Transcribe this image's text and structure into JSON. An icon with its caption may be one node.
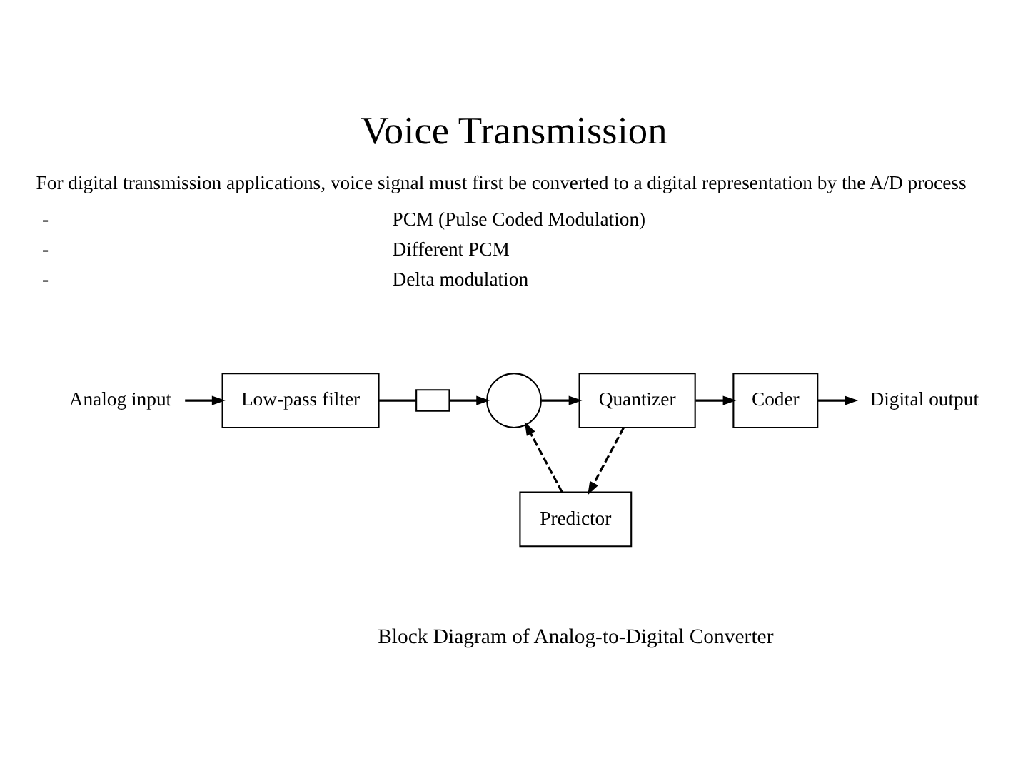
{
  "diagram": {
    "title": "Voice Transmission",
    "caption": "Block Diagram of Analog-to-Digital Converter",
    "nodes": [
      {
        "text": [
          "Analog input"
        ]
      },
      {
        "text": [
          "Low-pass filter"
        ]
      },
      {
        "text": [],
        "shape": "switch"
      },
      {
        "text": [],
        "shape": "circle"
      },
      {
        "text": [
          "Quantizer"
        ]
      },
      {
        "text": [
          "Coder"
        ]
      },
      {
        "text": [
          "Digital output"
        ]
      },
      {
        "text": [
          "Predictor"
        ]
      }
    ],
    "edges": [
      {
        "from": 0,
        "to": 1,
        "arrow": "to"
      },
      {
        "from": 1,
        "to": 2,
        "arrow": "none"
      },
      {
        "from": 2,
        "to": 3,
        "arrow": "to"
      },
      {
        "from": 3,
        "to": 4,
        "arrow": "to"
      },
      {
        "from": 4,
        "to": 5,
        "arrow": "to"
      },
      {
        "from": 5,
        "to": 6,
        "arrow": "to"
      },
      {
        "from": 4,
        "to": 7,
        "arrow": "to",
        "style": "dashed"
      },
      {
        "from": 7,
        "to": 3,
        "arrow": "to",
        "style": "dashed"
      }
    ],
    "labels": [
      "For digital transmission applications, voice signal must first be converted to a digital representation by the A/D process",
      "-",
      "PCM (Pulse Coded Modulation)",
      "-",
      "Different PCM",
      "-",
      "Delta modulation"
    ]
  }
}
